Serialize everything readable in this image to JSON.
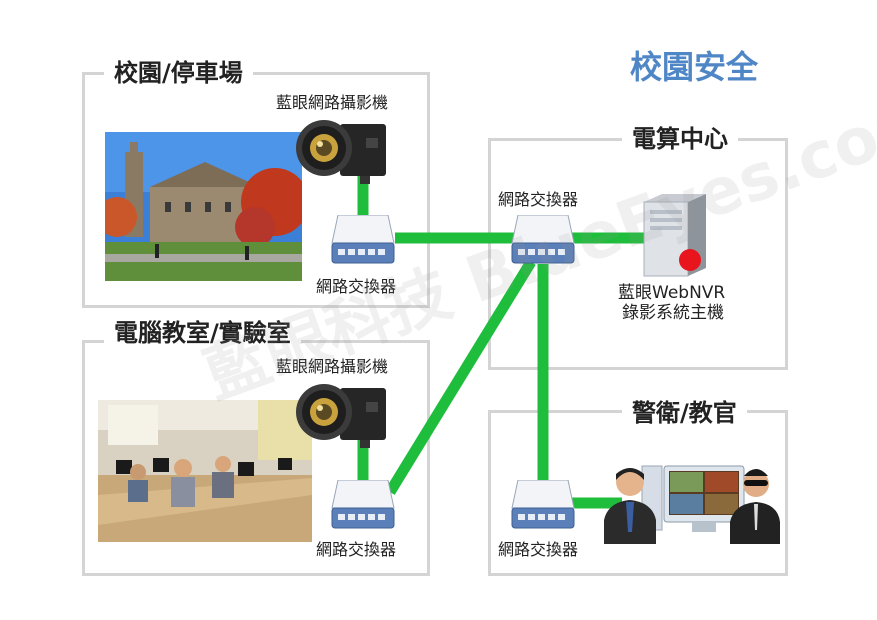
{
  "main_title": "校園安全",
  "sections": {
    "campus": {
      "title": "校園/停車場",
      "camera_label": "藍眼網路攝影機",
      "switch_label": "網路交換器"
    },
    "lab": {
      "title": "電腦教室/實驗室",
      "camera_label": "藍眼網路攝影機",
      "switch_label": "網路交換器"
    },
    "datacenter": {
      "title": "電算中心",
      "switch_label": "網路交換器",
      "nvr_label_1": "藍眼WebNVR",
      "nvr_label_2": "錄影系統主機"
    },
    "security": {
      "title": "警衛/教官",
      "switch_label": "網路交換器"
    }
  },
  "watermark": "藍眼科技 BlueEyes.com.tw",
  "colors": {
    "link": "#1fbd3c",
    "title_accent": "#4f86c6",
    "panel_border": "#d4d4d4",
    "switch_body": "#5b7fb8",
    "nvr_led": "#e8161c"
  }
}
